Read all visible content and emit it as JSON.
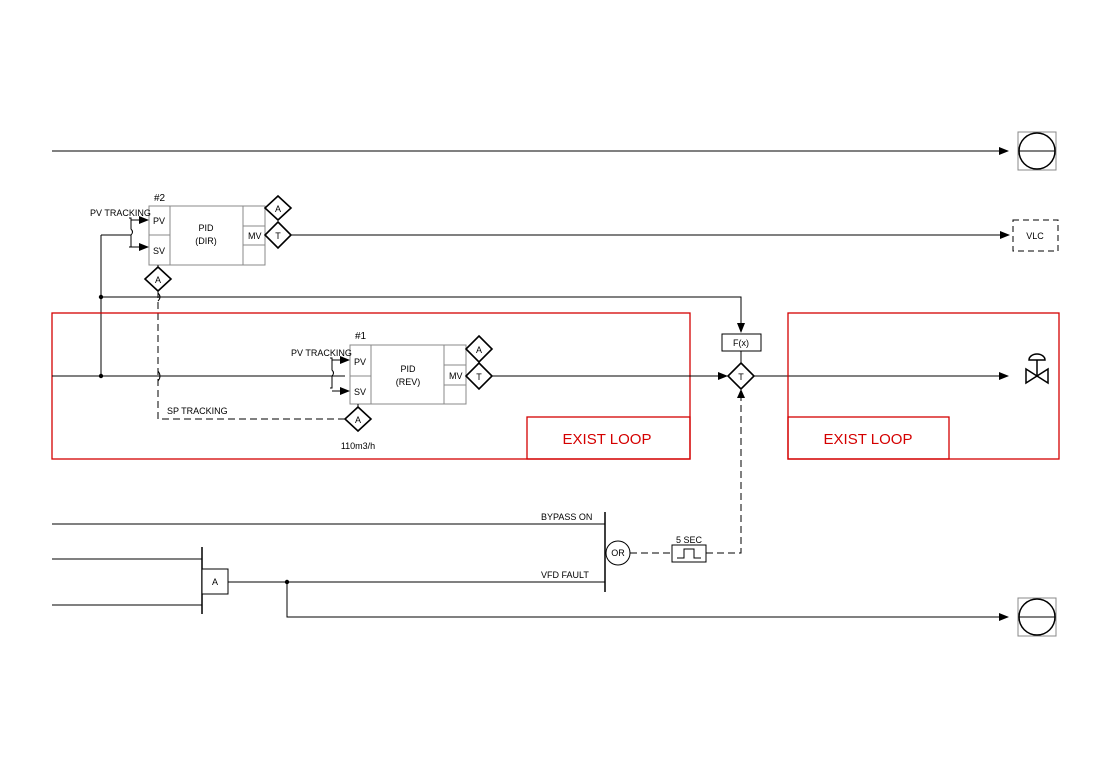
{
  "labels": {
    "pid2_tag": "#2",
    "pid1_tag": "#1",
    "pv_tracking_top": "PV TRACKING",
    "pv_tracking_mid": "PV TRACKING",
    "sp_tracking": "SP TRACKING",
    "pv": "PV",
    "sv": "SV",
    "mv": "MV",
    "pid_name": "PID",
    "pid2_mode": "(DIR)",
    "pid1_mode": "(REV)",
    "alarm_a": "A",
    "track_t": "T",
    "fx": "F(x)",
    "vlc": "VLC",
    "setpoint": "110m3/h",
    "exist_loop_1": "EXIST LOOP",
    "exist_loop_2": "EXIST LOOP",
    "bypass_on": "BYPASS ON",
    "vfd_fault": "VFD FAULT",
    "or_gate": "OR",
    "timer": "5 SEC",
    "and_block": "A"
  },
  "colors": {
    "line": "#000000",
    "loop_frame": "#d40000",
    "background": "#ffffff"
  },
  "icons": [
    "control-valve-icon",
    "display-circle-icon",
    "pulse-timer-icon"
  ]
}
